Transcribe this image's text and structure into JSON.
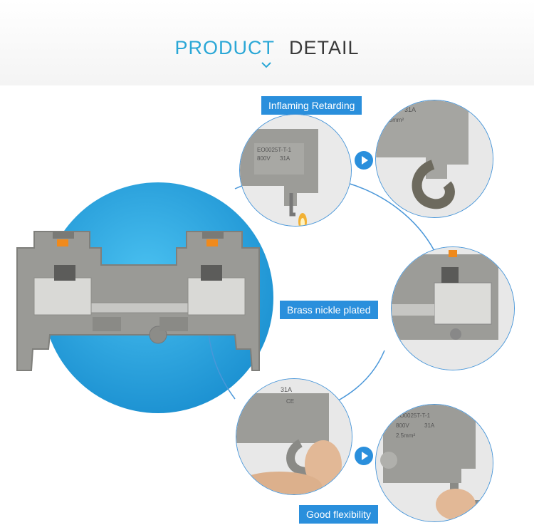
{
  "header": {
    "word1": "PRODUCT",
    "word2": "DETAIL"
  },
  "badges": {
    "inflaming": "Inflaming Retarding",
    "brass": "Brass nickle plated",
    "flexibility": "Good flexibility"
  },
  "printed": {
    "spec_a": "31A",
    "spec_b": "800V",
    "spec_c": "2.5mm²",
    "spec_d": "CE",
    "model": "EO0025T-T-1"
  },
  "colors": {
    "accent": "#2aa7d6",
    "badge": "#2a8fdc",
    "big_disc": "#23a3e0",
    "housing": "#9a9a96"
  }
}
